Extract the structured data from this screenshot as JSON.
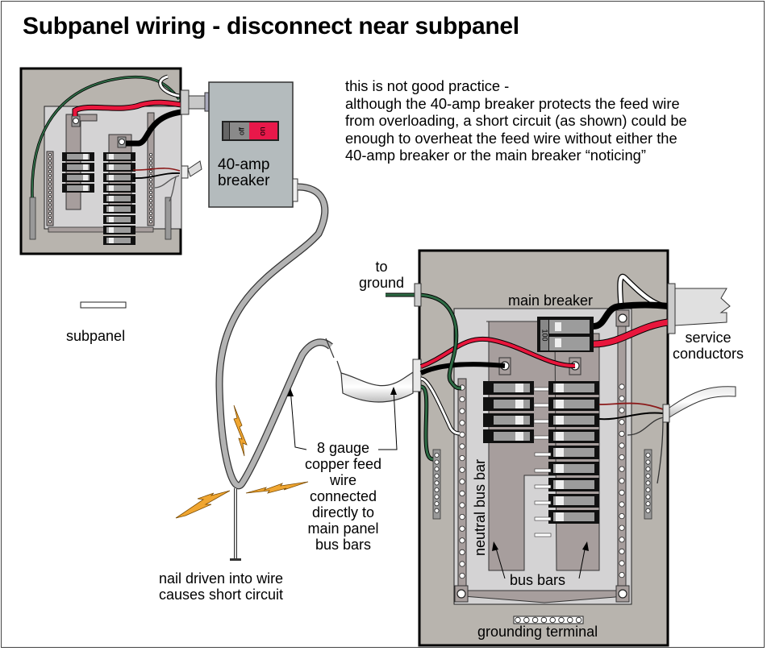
{
  "title": "Subpanel wiring - disconnect near subpanel",
  "note": {
    "lines": [
      "this is not good practice -",
      "although the 40-amp breaker protects the feed wire",
      "from overloading, a short circuit (as shown) could be",
      "enough to overheat the feed wire without either the",
      "40-amp breaker or the main breaker “noticing”"
    ]
  },
  "labels": {
    "subpanel": "subpanel",
    "disconnect_line1": "40-amp",
    "disconnect_line2": "breaker",
    "switch_off": "off",
    "switch_on": "on",
    "to_ground_line1": "to",
    "to_ground_line2": "ground",
    "main_breaker": "main breaker",
    "main_breaker_rating": "100",
    "service_line1": "service",
    "service_line2": "conductors",
    "feed_line1": "8 gauge",
    "feed_line2": "copper feed",
    "feed_line3": "wire",
    "feed_line4": "connected",
    "feed_line5": "directly to",
    "feed_line6": "main panel",
    "feed_line7": "bus bars",
    "nail_line1": "nail driven into wire",
    "nail_line2": "causes short circuit",
    "neutral_bus_bar": "neutral bus bar",
    "bus_bars": "bus bars",
    "grounding_terminal": "grounding terminal"
  },
  "colors": {
    "panel_gray": "#b8b4ae",
    "inner_gray": "#d4d3d4",
    "bus_bar_gray": "#a79e9d",
    "disconnect_gray": "#b4bbbd",
    "hot_red": "#e8163c",
    "ground_green": "#2e6b45",
    "spark_orange": "#f0a631",
    "switch_on_red": "#e8184a",
    "conduit_gray": "#b3b3b3"
  }
}
